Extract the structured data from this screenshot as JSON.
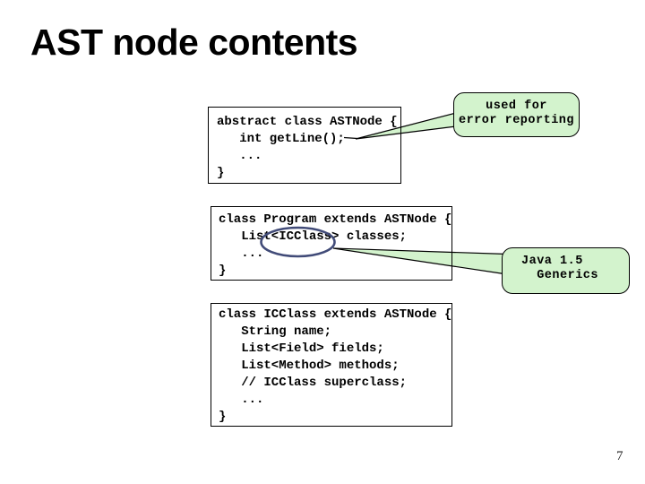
{
  "slide": {
    "title": "AST node contents",
    "page_number": "7"
  },
  "code_boxes": [
    {
      "lines": [
        "abstract class ASTNode {",
        "   int getLine();",
        "   ...",
        "}"
      ]
    },
    {
      "lines": [
        "class Program extends ASTNode {",
        "   List<ICClass> classes;",
        "   ...",
        "}"
      ]
    },
    {
      "lines": [
        "class ICClass extends ASTNode {",
        "   String name;",
        "   List<Field> fields;",
        "   List<Method> methods;",
        "   // ICClass superclass;",
        "   ...",
        "}"
      ]
    }
  ],
  "callouts": [
    {
      "lines": [
        "used for",
        "error reporting"
      ]
    },
    {
      "lines": [
        "Java 1.5",
        "  Generics"
      ]
    }
  ],
  "colors": {
    "callout_fill": "#d3f3cd",
    "callout_border": "#000000",
    "ellipse_stroke": "#414b78",
    "code_border": "#000000",
    "text": "#000000"
  }
}
